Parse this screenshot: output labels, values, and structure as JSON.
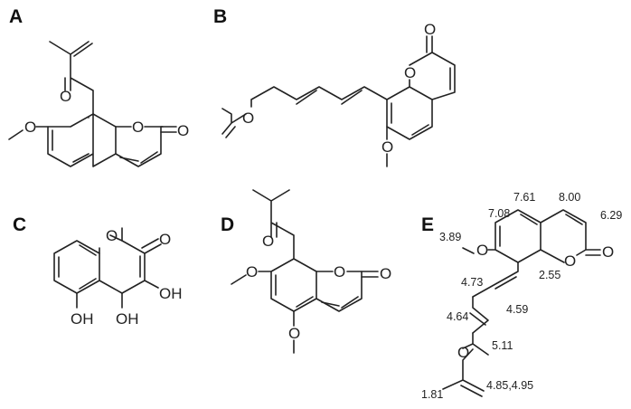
{
  "panels": {
    "A": {
      "label": "A",
      "atoms": {
        "o_ketone": "O",
        "o_methoxy": "O",
        "o_ring": "O",
        "o_carbonyl": "O"
      }
    },
    "B": {
      "label": "B",
      "atoms": {
        "o_ether": "O",
        "o_ring": "O",
        "o_carbonyl": "O",
        "o_methoxy": "O"
      }
    },
    "C": {
      "label": "C",
      "atoms": {
        "o_ring": "O",
        "o_carbonyl": "O",
        "oh_5": "OH",
        "oh_4": "OH",
        "oh_3": "OH"
      }
    },
    "D": {
      "label": "D",
      "atoms": {
        "o_ketone": "O",
        "o_methoxy_7": "O",
        "o_ring": "O",
        "o_carbonyl": "O",
        "o_methoxy_5": "O"
      }
    },
    "E": {
      "label": "E",
      "atoms": {
        "o_methoxy": "O",
        "o_ring": "O",
        "o_carbonyl": "O",
        "o_ether": "O"
      },
      "shifts": {
        "h5": "7.61",
        "h4": "8.00",
        "h6": "7.08",
        "h3": "6.29",
        "ome": "3.89",
        "c1p": "2.55",
        "c2p": "4.73",
        "c3p": "4.59",
        "c4p": "4.64",
        "c5p": "5.11",
        "me": "1.81",
        "ch2": "4.85,4.95"
      }
    }
  }
}
